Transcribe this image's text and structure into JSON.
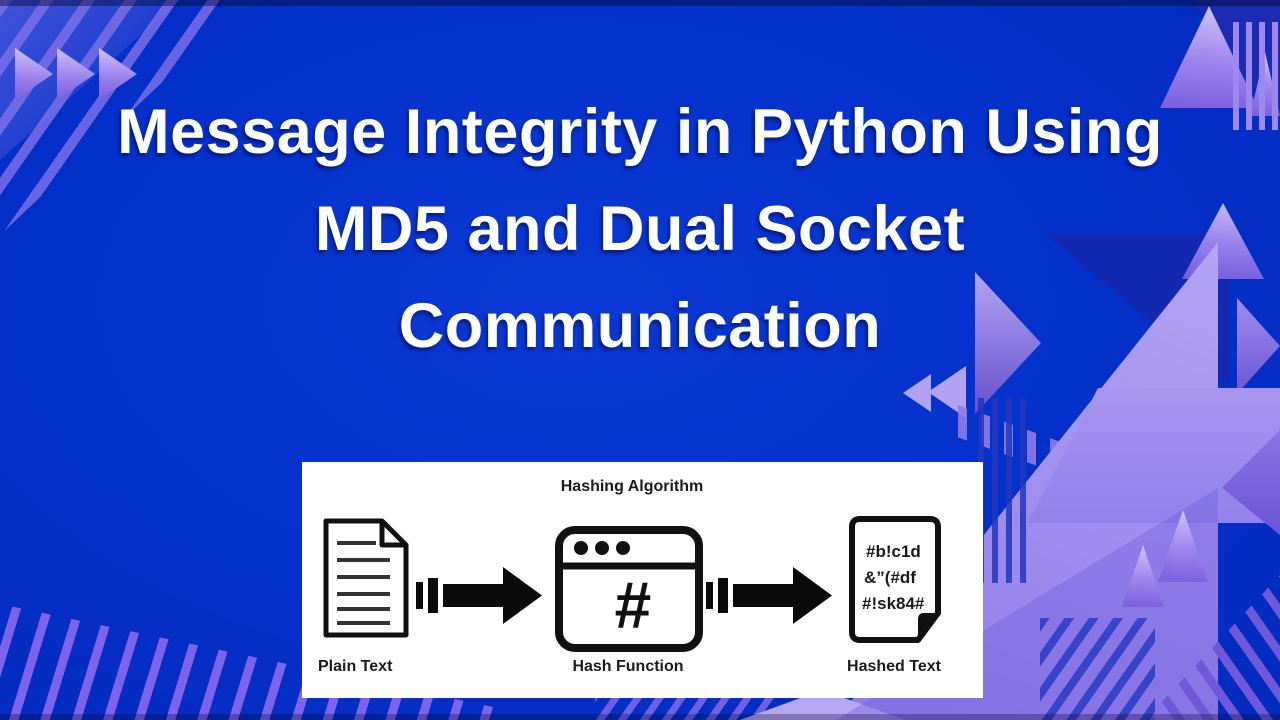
{
  "title": {
    "lines": [
      "Message Integrity in Python Using",
      "MD5 and Dual Socket",
      "Communication"
    ]
  },
  "diagram": {
    "heading": "Hashing Algorithm",
    "plain_text": {
      "label": "Plain Text"
    },
    "hash_function": {
      "label": "Hash Function",
      "symbol": "#"
    },
    "hashed_text": {
      "label": "Hashed Text",
      "lines": [
        "#b!c1d",
        "&”(#df",
        "#!sk84#"
      ]
    }
  },
  "colors": {
    "background_blue": "#0430ca",
    "accent_purple": "#8b74e8",
    "accent_light_purple": "#c7baf3",
    "title_text": "#ffffff",
    "diagram_text": "#1b1b1b",
    "panel_background": "#ffffff",
    "diagram_ink": "#111111"
  }
}
